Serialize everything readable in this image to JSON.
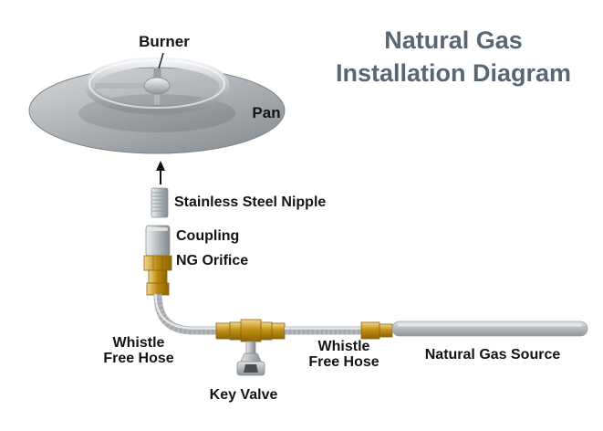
{
  "title": {
    "line1": "Natural Gas",
    "line2": "Installation Diagram"
  },
  "labels": {
    "burner": "Burner",
    "pan": "Pan",
    "nipple": "Stainless Steel Nipple",
    "coupling": "Coupling",
    "ng_orifice": "NG Orifice",
    "whistle_left": {
      "line1": "Whistle",
      "line2": "Free Hose"
    },
    "whistle_right": {
      "line1": "Whistle",
      "line2": "Free Hose"
    },
    "key_valve": "Key Valve",
    "gas_source": "Natural Gas Source"
  },
  "colors": {
    "title_text": "#5a6672",
    "label_text": "#141414",
    "brass": "#b8860b",
    "steel": "#b6bbbf",
    "pan_silver": "#a7abaf"
  }
}
